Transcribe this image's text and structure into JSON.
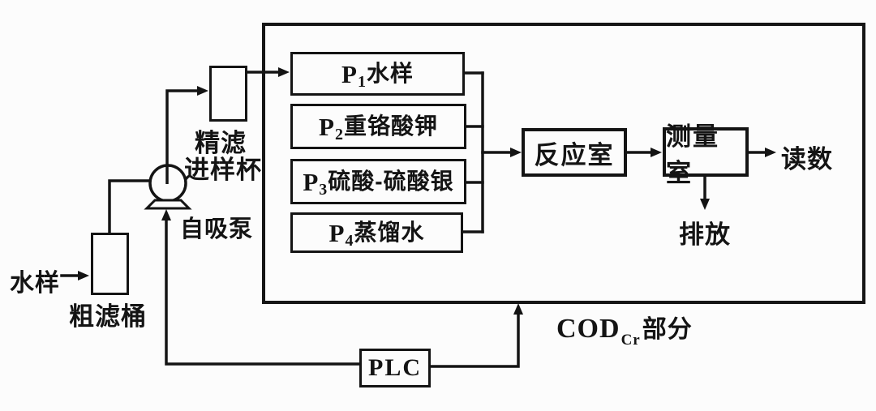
{
  "diagram": {
    "title_hint": "COD analyzer flow diagram",
    "colors": {
      "ink": "#141414",
      "background": "#fcfcfc"
    },
    "source": {
      "water_sample": "水样",
      "coarse_filter": "粗滤桶",
      "pump": "自吸泵",
      "fine_filter_line1": "精滤",
      "fine_filter_line2": "进样杯"
    },
    "reagents": [
      {
        "p": "P",
        "sub": "1",
        "name": "水样"
      },
      {
        "p": "P",
        "sub": "2",
        "name": "重铬酸钾"
      },
      {
        "p": "P",
        "sub": "3",
        "name": "硫酸-硫酸银"
      },
      {
        "p": "P",
        "sub": "4",
        "name": "蒸馏水"
      }
    ],
    "process": {
      "reaction_chamber": "反应室",
      "measuring_chamber": "测量室",
      "reading": "读数",
      "discharge": "排放"
    },
    "controller": {
      "plc": "PLC"
    },
    "section_label": {
      "main": "COD",
      "sub": "Cr",
      "suffix": "部分"
    }
  }
}
